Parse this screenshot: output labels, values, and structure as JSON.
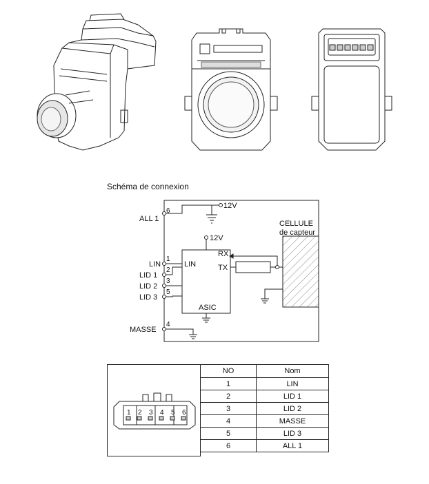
{
  "diagram": {
    "title": "Schéma de connexion",
    "power_top": "12V",
    "power_asic": "12V",
    "cell_label_1": "CELLULE",
    "cell_label_2": "de capteur",
    "asic_label": "ASIC",
    "asic_lin": "LIN",
    "rx": "RX",
    "tx": "TX",
    "pins": [
      {
        "name": "ALL 1",
        "num": "6"
      },
      {
        "name": "LIN",
        "num": "1"
      },
      {
        "name": "LID 1",
        "num": "2"
      },
      {
        "name": "LID 2",
        "num": "3"
      },
      {
        "name": "LID 3",
        "num": "5"
      },
      {
        "name": "MASSE",
        "num": "4"
      }
    ]
  },
  "connector": {
    "pin_numbers": [
      "1",
      "2",
      "3",
      "4",
      "5",
      "6"
    ]
  },
  "table": {
    "headers": [
      "NO",
      "Nom"
    ],
    "rows": [
      [
        "1",
        "LIN"
      ],
      [
        "2",
        "LID 1"
      ],
      [
        "3",
        "LID 2"
      ],
      [
        "4",
        "MASSE"
      ],
      [
        "5",
        "LID 3"
      ],
      [
        "6",
        "ALL 1"
      ]
    ]
  }
}
